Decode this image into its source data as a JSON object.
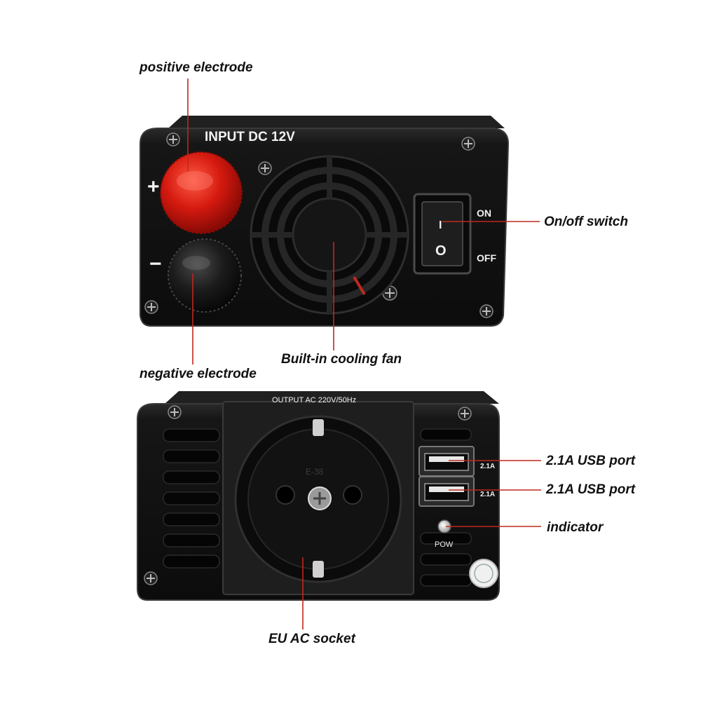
{
  "front_panel": {
    "input_label": "INPUT DC 12V",
    "plus_sign": "+",
    "minus_sign": "−",
    "switch_on_symbol": "I",
    "switch_off_symbol": "O",
    "on_label": "ON",
    "off_label": "OFF"
  },
  "back_panel": {
    "output_label": "OUTPUT AC 220V/50Hz",
    "socket_marking": "E-38",
    "usb_top_rating": "2.1A",
    "usb_bottom_rating": "2.1A",
    "pow_label": "POW"
  },
  "callouts": {
    "positive_electrode": "positive electrode",
    "negative_electrode": "negative electrode",
    "cooling_fan": "Built-in cooling fan",
    "onoff_switch": "On/off switch",
    "usb_port_1": "2.1A USB port",
    "usb_port_2": "2.1A USB port",
    "indicator": "indicator",
    "eu_socket": "EU AC socket"
  },
  "colors": {
    "housing": "#151515",
    "panel_edge": "#3a3a3a",
    "red_terminal": "#c81a12",
    "black_terminal": "#1a1a1a",
    "leader_line": "#c0281e"
  }
}
